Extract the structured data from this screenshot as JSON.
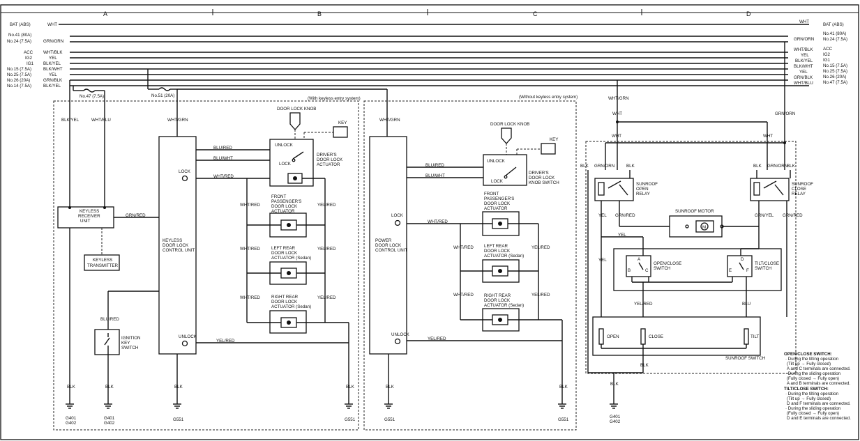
{
  "columns": [
    "A",
    "B",
    "C",
    "D"
  ],
  "power_rails_left": [
    "BAT (ABS)",
    "No.41 (80A)",
    "No.24 (7.5A)",
    "ACC",
    "IG2",
    "IG1",
    "No.15 (7.5A)",
    "No.25 (7.5A)",
    "No.26 (20A)",
    "No.14 (7.5A)"
  ],
  "power_rails_left_colors": [
    "WHT",
    "",
    "GRN/ORN",
    "WHT/BLK",
    "YEL",
    "BLK/YEL",
    "BLK/WHT",
    "YEL",
    "GRN/BLK",
    "BLK/YEL"
  ],
  "power_rails_right": [
    "BAT (ABS)",
    "No.41 (80A)",
    "No.24 (7.5A)",
    "ACC",
    "IG2",
    "IG1",
    "No.15 (7.5A)",
    "No.25 (7.5A)",
    "No.26 (20A)",
    "No.47 (7.5A)"
  ],
  "power_rails_right_colors": [
    "WHT",
    "",
    "GRN/ORN",
    "WHT/BLK",
    "YEL",
    "BLK/YEL",
    "BLK/WHT",
    "YEL",
    "GRN/BLK",
    "WHT/BLU"
  ],
  "fuses": {
    "f47": "No.47 (7.5A)",
    "f51": "No.51 (20A)"
  },
  "keyless": {
    "system_label": "(With keyless entry system)",
    "wire_blk_yel": "BLK/YEL",
    "wire_wht_blu": "WHT/BLU",
    "wire_wht_grn": "WHT/GRN",
    "receiver": [
      "KEYLESS",
      "RECEIVER",
      "UNIT"
    ],
    "transmitter": [
      "KEYLESS",
      "TRANSMITTER"
    ],
    "grn_red": "GRN/RED",
    "control_unit": [
      "KEYLESS",
      "DOOR LOCK",
      "CONTROL UNIT"
    ],
    "lock": "LOCK",
    "unlock": "UNLOCK",
    "blu_red": "BLU/RED",
    "blu_wht": "BLU/WHT",
    "wht_red": "WHT/RED",
    "yel_red": "YEL/RED",
    "blu_red_ign": "BLU/RED",
    "ignition": [
      "IGNITION",
      "KEY",
      "SWITCH"
    ],
    "knob": "DOOR LOCK KNOB",
    "key": "KEY",
    "sw_unlock": "UNLOCK",
    "sw_lock": "LOCK",
    "driver_act": [
      "DRIVER'S",
      "DOOR LOCK",
      "ACTUATOR"
    ],
    "front_pass": [
      "FRONT",
      "PASSENGER'S",
      "DOOR LOCK",
      "ACTUATOR"
    ],
    "left_rear": [
      "LEFT REAR",
      "DOOR LOCK",
      "ACTUATOR (Sedan)"
    ],
    "right_rear": [
      "RIGHT REAR",
      "DOOR LOCK",
      "ACTUATOR (Sedan)"
    ],
    "blk": "BLK",
    "g401": [
      "G401",
      "G402"
    ],
    "g551": "G551"
  },
  "power": {
    "system_label": "(Without keyless entry system)",
    "wire_wht_grn": "WHT/GRN",
    "control_unit": [
      "POWER",
      "DOOR LOCK",
      "CONTROL UNIT"
    ],
    "lock": "LOCK",
    "unlock": "UNLOCK",
    "blu_red": "BLU/RED",
    "blu_wht": "BLU/WHT",
    "wht_red": "WHT/RED",
    "yel_red": "YEL/RED",
    "knob": "DOOR LOCK KNOB",
    "key": "KEY",
    "sw_unlock": "UNLOCK",
    "sw_lock": "LOCK",
    "driver_sw": [
      "DRIVER'S",
      "DOOR LOCK",
      "KNOB SWITCH"
    ],
    "front_pass": [
      "FRONT",
      "PASSENGER'S",
      "DOOR LOCK",
      "ACTUATOR"
    ],
    "left_rear": [
      "LEFT REAR",
      "DOOR LOCK",
      "ACTUATOR (Sedan)"
    ],
    "right_rear": [
      "RIGHT REAR",
      "DOOR LOCK",
      "ACTUATOR (Sedan)"
    ],
    "blk": "BLK",
    "g551": "G551"
  },
  "sunroof": {
    "wht_grn": "WHT/GRN",
    "wht": "WHT",
    "grn_orn": "GRN/ORN",
    "blk": "BLK",
    "open_relay": [
      "SUNROOF",
      "OPEN",
      "RELAY"
    ],
    "close_relay": [
      "SUNROOF",
      "CLOSE",
      "RELAY"
    ],
    "motor": "SUNROOF MOTOR",
    "yel": "YEL",
    "grn_red": "GRN/RED",
    "grn_yel": "GRN/YEL",
    "open_close": [
      "OPEN/CLOSE",
      "SWITCH"
    ],
    "tilt_close": [
      "TILT/CLOSE",
      "SWITCH"
    ],
    "yel_red": "YEL/RED",
    "blu": "BLU",
    "open": "OPEN",
    "close": "CLOSE",
    "tilt": "TILT",
    "switch_label": "SUNROOF SWITCH",
    "g401": [
      "G401",
      "G402"
    ]
  },
  "notes": {
    "oc_title": "OPEN/CLOSE SWITCH:",
    "oc_lines": [
      "· During the tilting operation",
      "(Tilt up → Fully closed)",
      "A and C terminals are connected.",
      "· During the sliding operation",
      "(Fully closed → Fully open)",
      "A and B terminals are connected."
    ],
    "tc_title": "TILT/CLOSE SWITCH:",
    "tc_lines": [
      "· During the tilting operation",
      "(Tilt up → Fully closed)",
      "D and F terminals are connected.",
      "· During the sliding operation",
      "(Fully closed → Fully open)",
      "D and E terminals are connected."
    ]
  }
}
